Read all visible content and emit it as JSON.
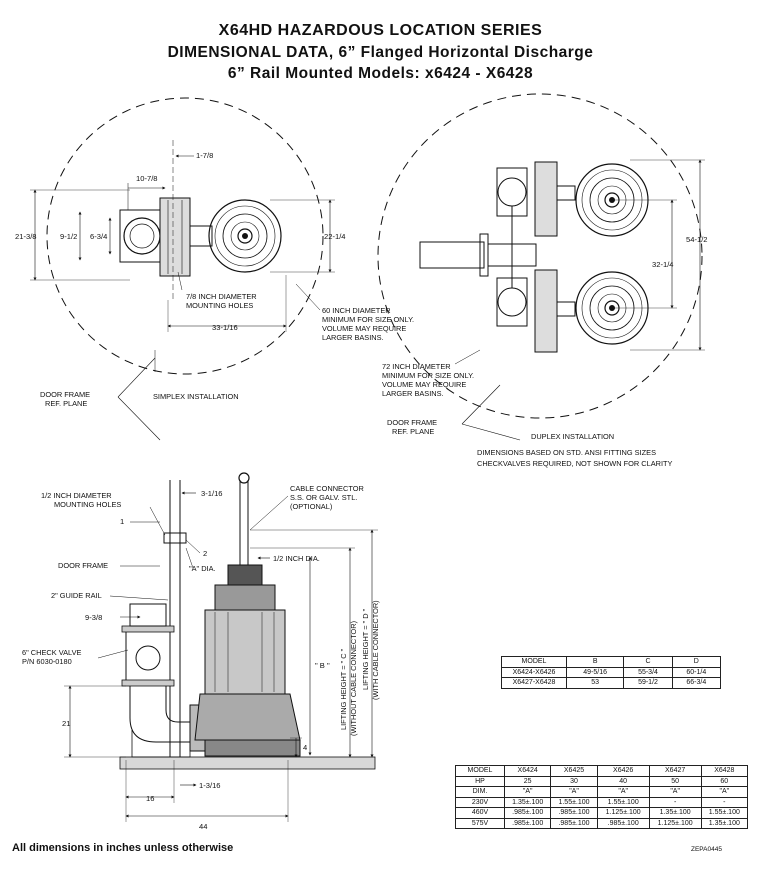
{
  "header": {
    "line1": "X64HD HAZARDOUS LOCATION SERIES",
    "line2": "DIMENSIONAL DATA, 6” Flanged Horizontal Discharge",
    "line3": "6” Rail Mounted Models: x6424 - X6428"
  },
  "simplex_top": {
    "dim_1_7_8": "1-7/8",
    "dim_10_7_8": "10-7/8",
    "dim_21_3_8": "21-3/8",
    "dim_9_1_2": "9-1/2",
    "dim_6_3_4": "6-3/4",
    "dim_22_1_4": "22-1/4",
    "dim_33_1_16": "33-1/16",
    "holes_line1": "7/8 INCH DIAMETER",
    "holes_line2": "MOUNTING HOLES",
    "basin_line1": "60 INCH DIAMETER",
    "basin_line2": "MINIMUM FOR SIZE ONLY.",
    "basin_line3": "VOLUME MAY REQUIRE",
    "basin_line4": "LARGER BASINS.",
    "door_line1": "DOOR FRAME",
    "door_line2": "REF. PLANE",
    "caption": "SIMPLEX INSTALLATION"
  },
  "duplex_top": {
    "dim_54_1_2": "54-1/2",
    "dim_32_1_4": "32-1/4",
    "basin_line1": "72 INCH DIAMETER",
    "basin_line2": "MINIMUM FOR SIZE ONLY.",
    "basin_line3": "VOLUME MAY REQUIRE",
    "basin_line4": "LARGER BASINS.",
    "door_line1": "DOOR FRAME",
    "door_line2": "REF. PLANE",
    "caption": "DUPLEX INSTALLATION",
    "note1": "DIMENSIONS BASED ON STD. ANSI FITTING SIZES",
    "note2": "CHECKVALVES REQUIRED, NOT SHOWN FOR CLARITY"
  },
  "side_view": {
    "holes_line1": "1/2 INCH DIAMETER",
    "holes_line2": "MOUNTING HOLES",
    "dim_3_1_16": "3-1/16",
    "dim_1": "1",
    "dim_2": "2",
    "door_frame": "DOOR FRAME",
    "a_dia": "\"A\" DIA.",
    "half_inch_dia": "1/2 INCH DIA.",
    "guide_rail": "2\" GUIDE RAIL",
    "dim_9_3_8": "9-3/8",
    "check_line1": "6\" CHECK VALVE",
    "check_line2": "P/N 6030-0180",
    "dim_21": "21",
    "dim_16": "16",
    "dim_1_3_16": "1-3/16",
    "dim_44": "44",
    "dim_4": "4",
    "dim_b": "\" B \"",
    "cable_line1": "CABLE CONNECTOR",
    "cable_line2": "S.S. OR GALV. STL.",
    "cable_line3": "(OPTIONAL)",
    "lift_c_line1": "LIFTING HEIGHT = \" C \"",
    "lift_c_line2": "(WITHOUT CABLE CONNECTOR)",
    "lift_d_line1": "LIFTING HEIGHT = \" D \"",
    "lift_d_line2": "(WITH CABLE CONNECTOR)"
  },
  "model_table_bcd": {
    "headers": [
      "MODEL",
      "B",
      "C",
      "D"
    ],
    "rows": [
      [
        "X6424-X6426",
        "49-5/16",
        "55-3/4",
        "60-1/4"
      ],
      [
        "X6427-X6428",
        "53",
        "59-1/2",
        "66-3/4"
      ]
    ]
  },
  "model_table_hp": {
    "headers": [
      "MODEL",
      "X6424",
      "X6425",
      "X6426",
      "X6427",
      "X6428"
    ],
    "rows": [
      [
        "HP",
        "25",
        "30",
        "40",
        "50",
        "60"
      ],
      [
        "DIM.",
        "\"A\"",
        "\"A\"",
        "\"A\"",
        "\"A\"",
        "\"A\""
      ],
      [
        "230V",
        "1.35±.100",
        "1.55±.100",
        "1.55±.100",
        "-",
        "-"
      ],
      [
        "460V",
        ".985±.100",
        ".985±.100",
        "1.125±.100",
        "1.35±.100",
        "1.55±.100"
      ],
      [
        "575V",
        ".985±.100",
        ".985±.100",
        ".985±.100",
        "1.125±.100",
        "1.35±.100"
      ]
    ]
  },
  "footer": {
    "note": "All dimensions in inches unless otherwise",
    "code": "ZEPA0445"
  }
}
